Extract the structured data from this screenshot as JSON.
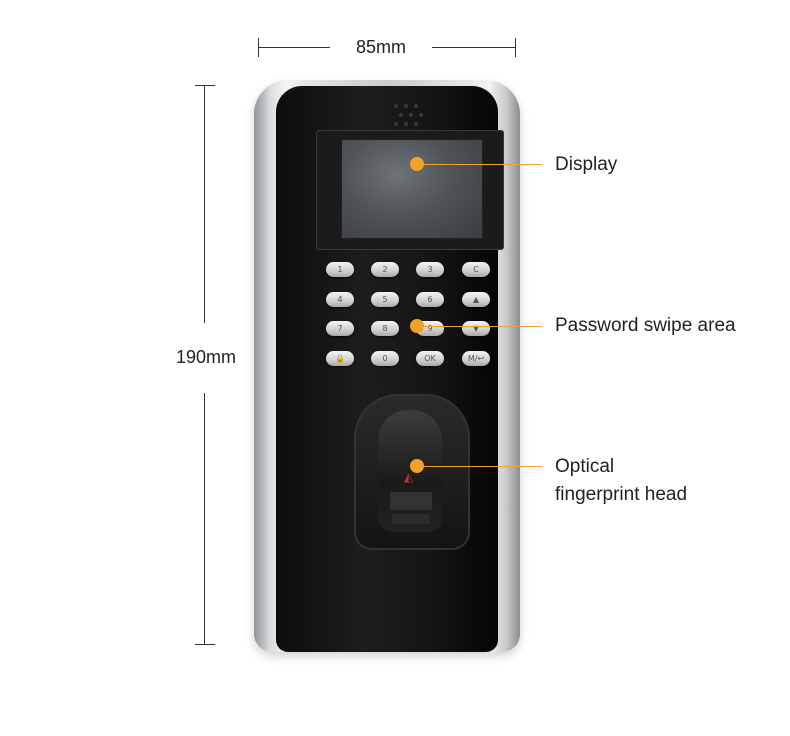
{
  "dimensions": {
    "width_label": "85mm",
    "height_label": "190mm"
  },
  "device": {
    "keys": [
      [
        "1",
        "2",
        "3",
        "C"
      ],
      [
        "4",
        "5",
        "6",
        "▲"
      ],
      [
        "7",
        "8",
        "9",
        "▼"
      ],
      [
        "🔒",
        "0",
        "OK",
        "M/↩"
      ]
    ],
    "fingerprint_logo": "◭"
  },
  "callouts": {
    "display": "Display",
    "password": "Password swipe area",
    "fingerprint_line1": "Optical",
    "fingerprint_line2": "fingerprint head"
  },
  "colors": {
    "accent": "#f2a12a",
    "face": "#111111",
    "shell": "#c9cbcd"
  }
}
